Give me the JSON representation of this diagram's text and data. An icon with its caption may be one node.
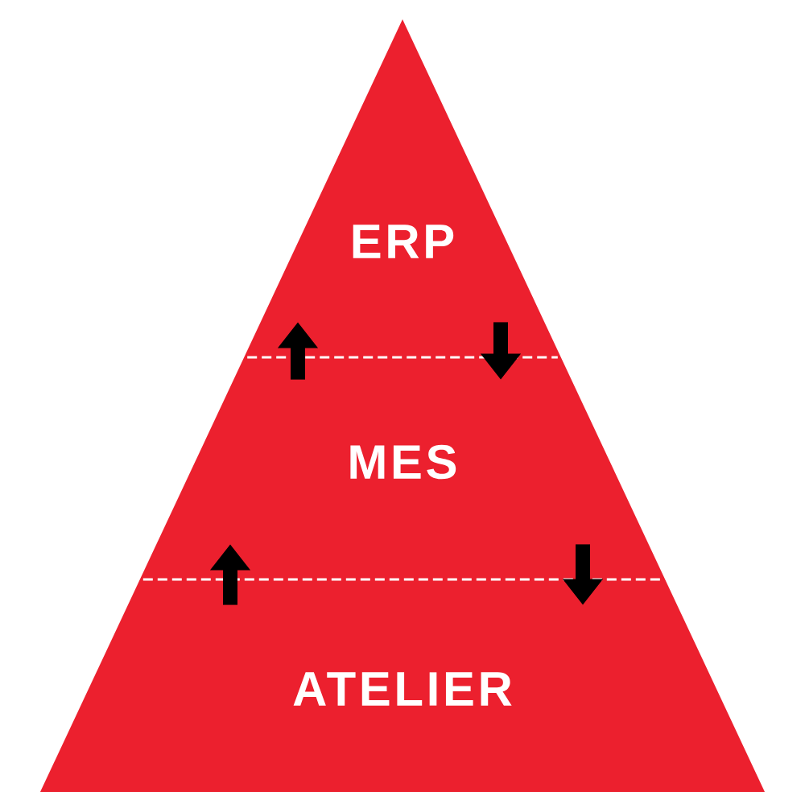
{
  "diagram": {
    "nodes": [
      {
        "text": [
          "ERP"
        ]
      },
      {
        "text": [
          "MES"
        ]
      },
      {
        "text": [
          "ATELIER"
        ]
      }
    ],
    "edges": [
      {
        "from": 1,
        "to": 0,
        "arrow": "to"
      },
      {
        "from": 0,
        "to": 1,
        "arrow": "to"
      },
      {
        "from": 2,
        "to": 1,
        "arrow": "to"
      },
      {
        "from": 1,
        "to": 2,
        "arrow": "to"
      }
    ]
  }
}
